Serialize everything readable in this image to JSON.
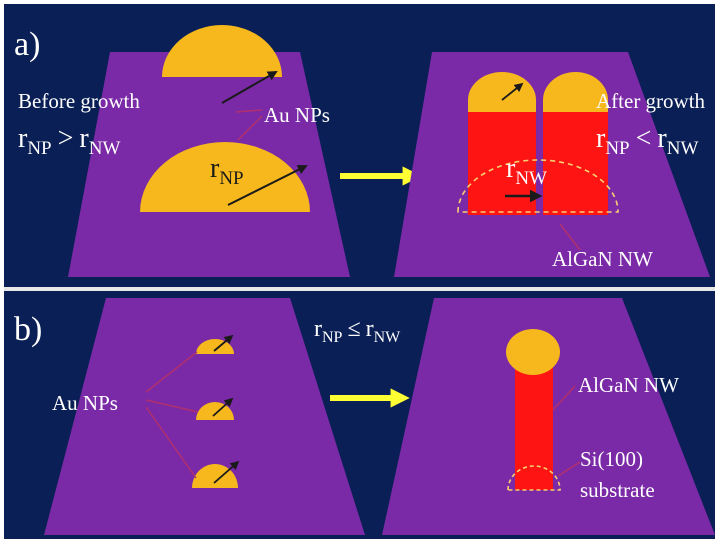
{
  "panel_a": {
    "label": "a)",
    "before_growth": "Before growth",
    "after_growth": "After growth",
    "au_nps": "Au NPs",
    "algan_nw": "AlGaN NW",
    "r": "r",
    "sub_np": "NP",
    "sub_nw": "NW",
    "gt": ">",
    "lt": "<"
  },
  "panel_b": {
    "label": "b)",
    "au_nps": "Au NPs",
    "algan_nw": "AlGaN NW",
    "si_line1": "Si(100)",
    "si_line2": "substrate",
    "r": "r",
    "sub_np": "NP",
    "sub_nw": "NW",
    "le": "≤"
  },
  "colors": {
    "background": "#0a1f55",
    "substrate": "#7a2aa6",
    "gold": "#f6b81c",
    "nanowire": "#ff1414",
    "arrow": "#ffff33",
    "text": "#ffffff",
    "leader": "#b0306e"
  }
}
